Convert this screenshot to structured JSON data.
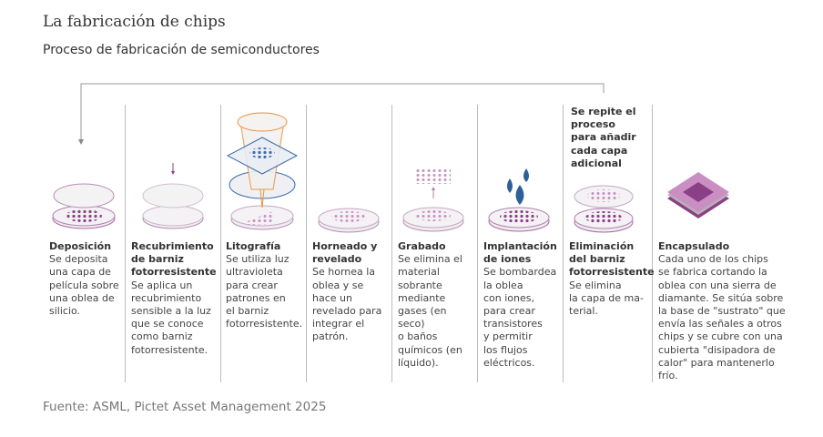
{
  "header": {
    "title": "La fabricación de chips",
    "subtitle": "Proceso de fabricación de semiconductores"
  },
  "repeat_note": "Se repite el\nproceso\npara añadir\ncada capa\nadicional",
  "steps": [
    {
      "title": "Deposición",
      "description": "Se deposita\nuna capa de\npelícula sobre\nuna oblea de\nsilicio.",
      "icon": "wafer-deposition-icon"
    },
    {
      "title": "Recubrimiento de barniz fotorresistente",
      "title_lines": "Recubrimiento\nde barniz\nfotorresistente",
      "description": "Se aplica un\nrecubrimiento\nsensible a la luz\nque se conoce\ncomo barniz\nfotorresistente.",
      "icon": "wafer-coating-icon"
    },
    {
      "title": "Litografía",
      "description": "Se utiliza luz\nultravioleta\npara crear\npatrones en\nel barniz\nfotorresistente.",
      "icon": "lithography-icon"
    },
    {
      "title": "Horneado y revelado",
      "title_lines": "Horneado y\nrevelado",
      "description": "Se hornea la\noblea y se\nhace un\nrevelado para\nintegrar el\npatrón.",
      "icon": "wafer-bake-icon"
    },
    {
      "title": "Grabado",
      "description": "Se elimina el\nmaterial\nsobrante\nmediante\ngases (en seco)\no baños\nquímicos (en\nlíquido).",
      "icon": "wafer-etch-icon"
    },
    {
      "title": "Implantación de iones",
      "title_lines": "Implantación\nde iones",
      "description": "Se bombardea\nla oblea\ncon iones,\npara crear\ntransistores\ny permitir\nlos flujos\neléctricos.",
      "icon": "ion-implant-icon"
    },
    {
      "title": "Eliminación del barniz fotorresistente",
      "title_lines": "Eliminación\ndel barniz\nfotorresistente",
      "description": "Se elimina\nla capa de ma-\nterial.",
      "icon": "wafer-strip-icon"
    },
    {
      "title": "Encapsulado",
      "description": "Cada uno de los chips\nse fabrica cortando la\noblea con una sierra de\ndiamante. Se sitúa sobre\nla base de \"sustrato\" que\nenvía las señales a otros\nchips y se cubre con una\ncubierta \"disipadora de\ncalor\" para mantenerlo\nfrío.",
      "icon": "chip-package-icon"
    }
  ],
  "colors": {
    "purple": "#8a3f86",
    "light_purple": "#c98fc3",
    "orange": "#e8913a",
    "blue": "#3d6aa8",
    "drop_blue": "#2f5f99",
    "line_gray": "#bdbdbd"
  },
  "footer": {
    "source": "Fuente: ASML, Pictet Asset Management 2025"
  }
}
